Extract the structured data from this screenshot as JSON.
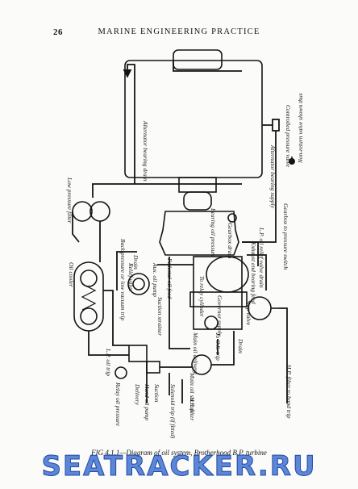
{
  "header": {
    "page_number": "26",
    "running_title": "MARINE ENGINEERING PRACTICE"
  },
  "caption": "FIG 4.1.1—Diagram of oil system, Brotherhood B.P. turbine",
  "watermark": "SEATRACKER.RU",
  "legend": {
    "non_return_valve": "Non-return valve shown thus"
  },
  "labels": {
    "controlled_pressure_valve": "Controlled pressure valve",
    "alternator_bearing_drain": "Alternator bearing drain",
    "alternator_bearing_supply": "Alternator bearing supply",
    "gearbox_to_pressure_switch": "Gearbox to pressure switch",
    "low_pressure_filter": "Low pressure filter",
    "bearing_oil_pressure": "Bearing oil pressure",
    "gearbox_drain": "Gearbox drain",
    "lp_oil_relief_valve_drain": "L.P. oil relief valve drain",
    "exhaust_end_bearing_feed": "Exhaust end bearing feed",
    "pedestal_oil_feed": "Pedestal oil feed",
    "to_relay_cylinder": "To relay cylinder",
    "governor_supply": "Governor supply",
    "stop_valve": "Stop valve",
    "oil_cooler": "Oil cooler",
    "back_pressure_trip": "Back pressure or low vacuum trip",
    "drain": "Drain",
    "relief_valve": "Relief valve",
    "aux_oil_pump": "Aux. oil pump",
    "suction_strainer": "Suction strainer",
    "to_os_trip": "To O.S. trip",
    "main_oil_delivery": "Main oil delivery",
    "main_oil_suction": "Main oil suction",
    "lp_oil_trip": "L.P. oil trip",
    "relay_oil_pressure": "Relay oil pressure",
    "delivery": "Delivery",
    "hand_oil_pump": "Hand oil pump",
    "suction": "Suction",
    "solenoid_trip": "Solenoid trip (if fitted)",
    "hp_filter": "H.P. filter",
    "hp_filter_to_hand_trip": "H.P. filter to hand trip"
  }
}
